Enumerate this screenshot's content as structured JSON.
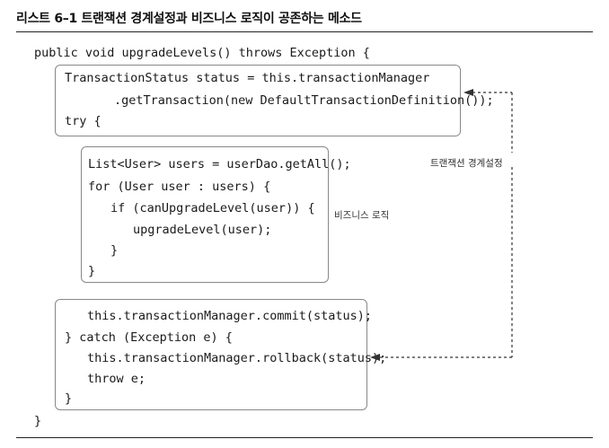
{
  "listing": {
    "title": "리스트 6–1 트랜잭션 경계설정과 비즈니스 로직이 공존하는 메소드"
  },
  "code": {
    "line_signature": "public void upgradeLevels() throws Exception {",
    "line_status_decl": "TransactionStatus status = this.transactionManager",
    "line_get_tx": ".getTransaction(new DefaultTransactionDefinition());",
    "line_try": "try {",
    "line_list": "List<User> users = userDao.getAll();",
    "line_for": "for (User user : users) {",
    "line_if": "if (canUpgradeLevel(user)) {",
    "line_upgrade": "upgradeLevel(user);",
    "line_close_if": "}",
    "line_close_for": "}",
    "line_commit": "this.transactionManager.commit(status);",
    "line_catch": "} catch (Exception e) {",
    "line_rollback": "this.transactionManager.rollback(status);",
    "line_throw": "throw e;",
    "line_close_catch": "}",
    "line_close_method": "}"
  },
  "annotations": {
    "transaction_boundary": "트랜잭션 경계설정",
    "business_logic": "비즈니스 로직"
  },
  "colors": {
    "box_border": "#888888",
    "arrow": "#333333",
    "rule": "#222222"
  }
}
